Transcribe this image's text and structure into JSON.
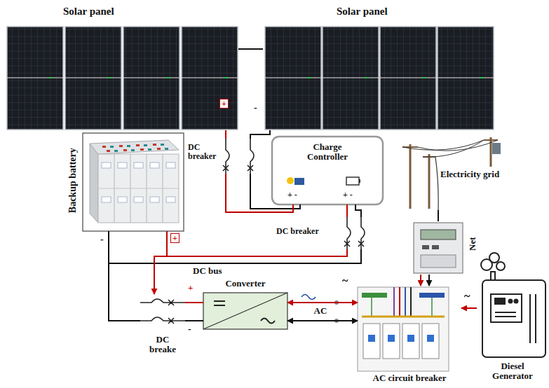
{
  "diagram": {
    "nodes": [
      {
        "text": [
          "Solar panel"
        ]
      },
      {
        "text": [
          "Solar panel"
        ]
      },
      {
        "text": [
          "DC breaker"
        ]
      },
      {
        "text": [
          "Charge Controller"
        ]
      },
      {
        "text": [
          "Backup battery"
        ]
      },
      {
        "text": [
          "DC breaker"
        ]
      },
      {
        "text": [
          "Electricity grid"
        ]
      },
      {
        "text": [
          "Net"
        ]
      },
      {
        "text": [
          "DC breake"
        ]
      },
      {
        "text": [
          "Converter"
        ]
      },
      {
        "text": [
          "AC circuit breaker"
        ]
      },
      {
        "text": [
          "Diesel Generator"
        ]
      }
    ],
    "edges": [
      {
        "from": 0,
        "to": 1,
        "arrow": "none"
      },
      {
        "from": 0,
        "to": 2,
        "arrow": "none"
      },
      {
        "from": 1,
        "to": 2,
        "arrow": "none"
      },
      {
        "from": 2,
        "to": 3,
        "arrow": "none"
      },
      {
        "from": 3,
        "to": 5,
        "arrow": "none"
      },
      {
        "from": 5,
        "to": 4,
        "arrow": "none"
      },
      {
        "from": 5,
        "to": 8,
        "arrow": "to"
      },
      {
        "from": 4,
        "to": 8,
        "arrow": "none"
      },
      {
        "from": 8,
        "to": 9,
        "arrow": "none"
      },
      {
        "from": 9,
        "to": 10,
        "label": "AC",
        "arrow": "both"
      },
      {
        "from": 6,
        "to": 7,
        "arrow": "none"
      },
      {
        "from": 7,
        "to": 10,
        "arrow": "to"
      },
      {
        "from": 11,
        "to": 10,
        "arrow": "to"
      }
    ],
    "labels": [
      "+",
      "-",
      "+ -",
      "+ -",
      "+",
      "-",
      "DC bus",
      "+",
      "-",
      "~",
      "~"
    ]
  }
}
